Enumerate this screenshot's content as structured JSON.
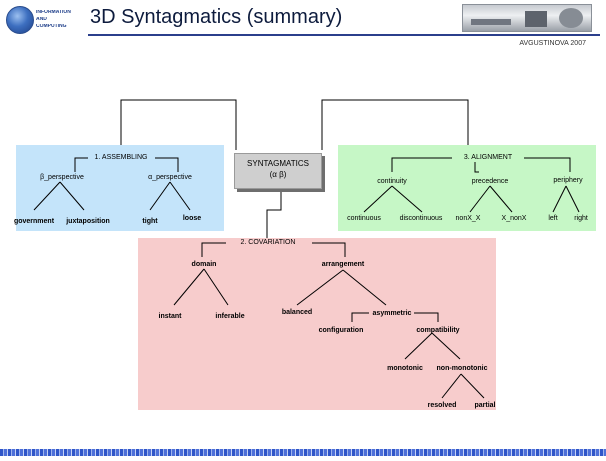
{
  "header": {
    "title": "3D Syntagmatics (summary)",
    "author": "AVGUSTINOVA 2007",
    "logo_lines": [
      "INFORMATION",
      "AND",
      "COMPUTING"
    ]
  },
  "central": {
    "line1": "SYNTAGMATICS",
    "line2": "(α β)"
  },
  "assembling": {
    "title": "1. ASSEMBLING",
    "left": {
      "label": "β_perspective",
      "children": [
        "government",
        "juxtaposition"
      ]
    },
    "right": {
      "label": "α_perspective",
      "children": [
        "tight",
        "loose"
      ]
    }
  },
  "alignment": {
    "title": "3. ALIGNMENT",
    "continuity": {
      "label": "continuity",
      "children": [
        "continuous",
        "discontinuous"
      ]
    },
    "precedence": {
      "label": "precedence",
      "children": [
        "nonX_X",
        "X_nonX"
      ]
    },
    "periphery": {
      "label": "periphery",
      "children": [
        "left",
        "right"
      ]
    }
  },
  "covariation": {
    "title": "2. COVARIATION",
    "domain": {
      "label": "domain",
      "children": [
        "instant",
        "inferable"
      ]
    },
    "arrangement": {
      "label": "arrangement"
    },
    "balanced": "balanced",
    "asymmetric": "asymmetric",
    "configuration": "configuration",
    "compatibility": "compatibility",
    "monotonic": "monotonic",
    "non_monotonic": "non-monotonic",
    "resolved": "resolved",
    "partial": "partial"
  },
  "colors": {
    "assembling_bg": "#c4e4fa",
    "alignment_bg": "#c6f7c6",
    "covariation_bg": "#f7cccc",
    "central_bg": "#cfcfcf",
    "title_rule": "#2b3f8c"
  }
}
